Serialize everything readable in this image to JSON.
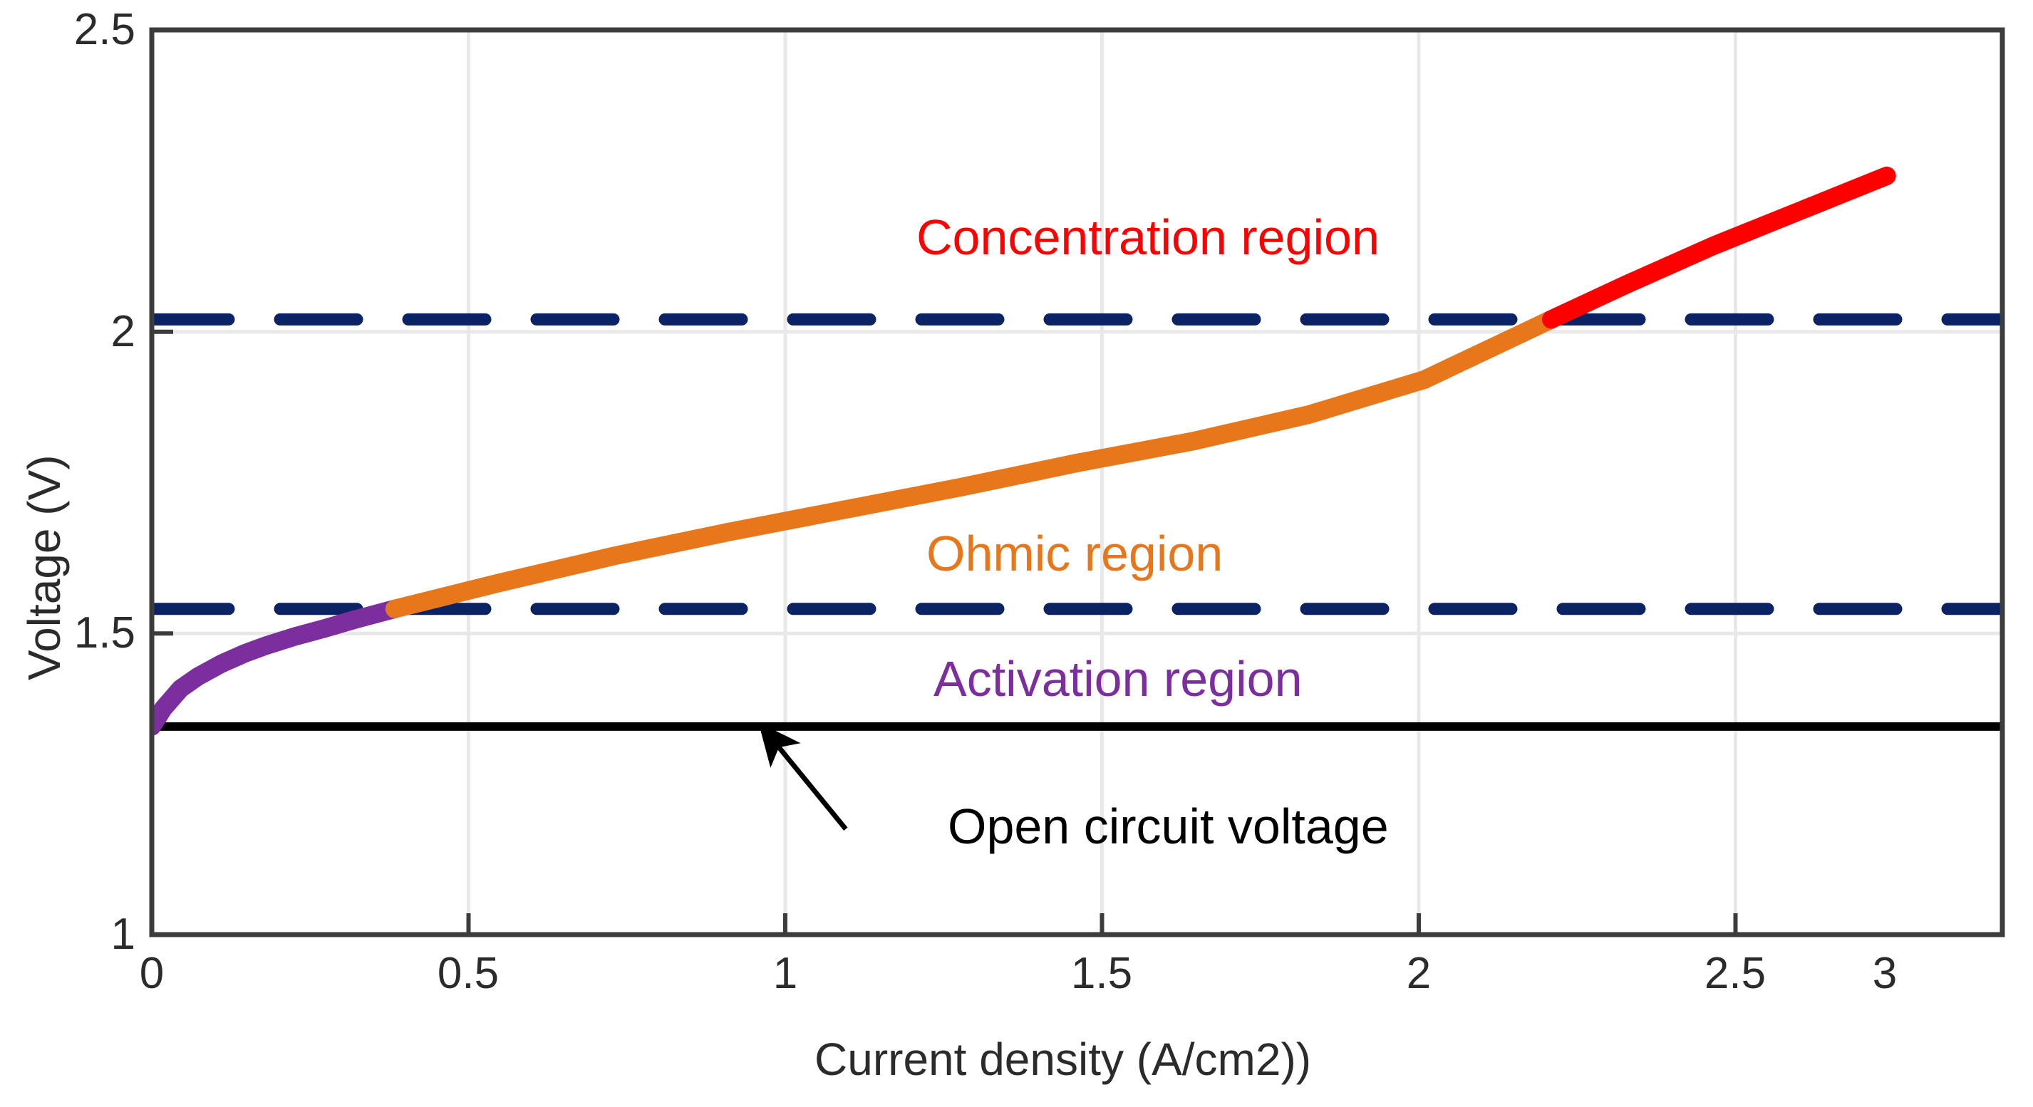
{
  "chart_data": {
    "type": "line",
    "title": "",
    "xlabel": "Current density (A/cm2))",
    "ylabel": "Voltage (V)",
    "xlim": [
      0,
      3.2
    ],
    "ylim": [
      1,
      2.5
    ],
    "xticks": [
      "0",
      "0.5",
      "1",
      "1.5",
      "2",
      "2.5",
      "3"
    ],
    "xtick_values": [
      0,
      0.5,
      1,
      1.5,
      2,
      2.5,
      3
    ],
    "yticks": [
      "1",
      "1.5",
      "2",
      "2.5"
    ],
    "ytick_values": [
      1,
      1.5,
      2,
      2.5
    ],
    "grid": true,
    "legend": "none",
    "series": [
      {
        "name": "Activation region",
        "color": "#7d2e9e",
        "x": [
          0.0,
          0.02,
          0.05,
          0.08,
          0.12,
          0.16,
          0.2,
          0.25,
          0.3,
          0.35,
          0.42
        ],
        "y": [
          1.345,
          1.375,
          1.408,
          1.428,
          1.449,
          1.466,
          1.48,
          1.495,
          1.508,
          1.522,
          1.54
        ]
      },
      {
        "name": "Ohmic region",
        "color": "#e8761a",
        "x": [
          0.42,
          0.6,
          0.8,
          1.0,
          1.2,
          1.4,
          1.6,
          1.8,
          2.0,
          2.2,
          2.42
        ],
        "y": [
          1.54,
          1.583,
          1.628,
          1.668,
          1.705,
          1.742,
          1.782,
          1.818,
          1.862,
          1.92,
          2.02
        ]
      },
      {
        "name": "Concentration region",
        "color": "#ff0000",
        "x": [
          2.42,
          2.55,
          2.7,
          2.85,
          3.0
        ],
        "y": [
          2.02,
          2.078,
          2.142,
          2.2,
          2.258
        ]
      }
    ],
    "reference_lines": [
      {
        "name": "open-circuit-voltage",
        "kind": "solid",
        "color": "#000000",
        "y": 1.345
      },
      {
        "name": "activation-ohmic-boundary",
        "kind": "dashed",
        "color": "#0b2265",
        "y": 1.54
      },
      {
        "name": "ohmic-concentration-boundary",
        "kind": "dashed",
        "color": "#0b2265",
        "y": 2.02
      }
    ],
    "annotations": [
      {
        "name": "concentration-region-label",
        "text": "Concentration region",
        "color": "#ff0000",
        "x": 1.79,
        "y": 2.29
      },
      {
        "name": "ohmic-region-label",
        "text": "Ohmic region",
        "color": "#e8761a",
        "x": 1.79,
        "y": 1.7
      },
      {
        "name": "activation-region-label",
        "text": "Activation region",
        "color": "#7d2e9e",
        "x": 1.82,
        "y": 1.49
      },
      {
        "name": "open-circuit-voltage-label",
        "text": "Open circuit voltage",
        "color": "#000000",
        "x": 1.2,
        "y": 1.185,
        "arrow_from": [
          1.2,
          1.175
        ],
        "arrow_to": [
          1.055,
          1.345
        ]
      }
    ]
  },
  "axes": {
    "x_title": "Current density (A/cm2))",
    "y_title": "Voltage (V)",
    "x_tick_labels": [
      "0",
      "0.5",
      "1",
      "1.5",
      "2",
      "2.5",
      "3"
    ],
    "y_tick_labels": [
      "1",
      "1.5",
      "2",
      "2.5"
    ]
  },
  "annotations": {
    "concentration": "Concentration region",
    "ohmic": "Ohmic region",
    "activation": "Activation region",
    "ocv": "Open circuit voltage"
  },
  "colors": {
    "activation": "#7d2e9e",
    "ohmic": "#e8761a",
    "concentration": "#ff0000",
    "boundary_dashed": "#0b2265",
    "ocv_line": "#000000",
    "axis": "#3c3c3c",
    "grid": "#e8e8e8",
    "background": "#ffffff"
  }
}
